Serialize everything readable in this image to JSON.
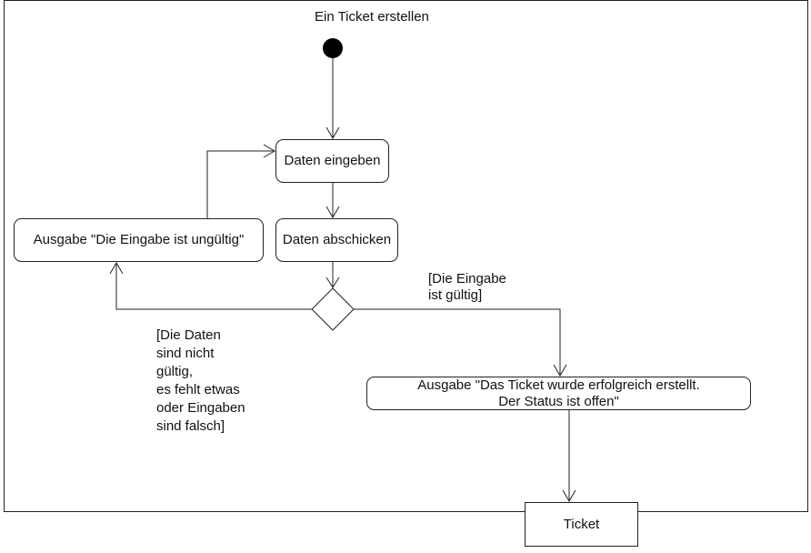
{
  "diagram": {
    "title": "Ein Ticket erstellen",
    "nodes": {
      "enter_data": "Daten eingeben",
      "submit_data": "Daten abschicken",
      "invalid_output": "Ausgabe \"Die Eingabe ist ungültig\"",
      "success_output_line1": "Ausgabe \"Das Ticket wurde erfolgreich erstellt.",
      "success_output_line2": "Der Status ist offen\"",
      "ticket_object": "Ticket"
    },
    "guards": {
      "valid": [
        "[Die Eingabe",
        "ist gültig]"
      ],
      "invalid": [
        "[Die Daten",
        "sind nicht",
        "gültig,",
        "es fehlt etwas",
        "oder Eingaben",
        "sind falsch]"
      ]
    }
  }
}
